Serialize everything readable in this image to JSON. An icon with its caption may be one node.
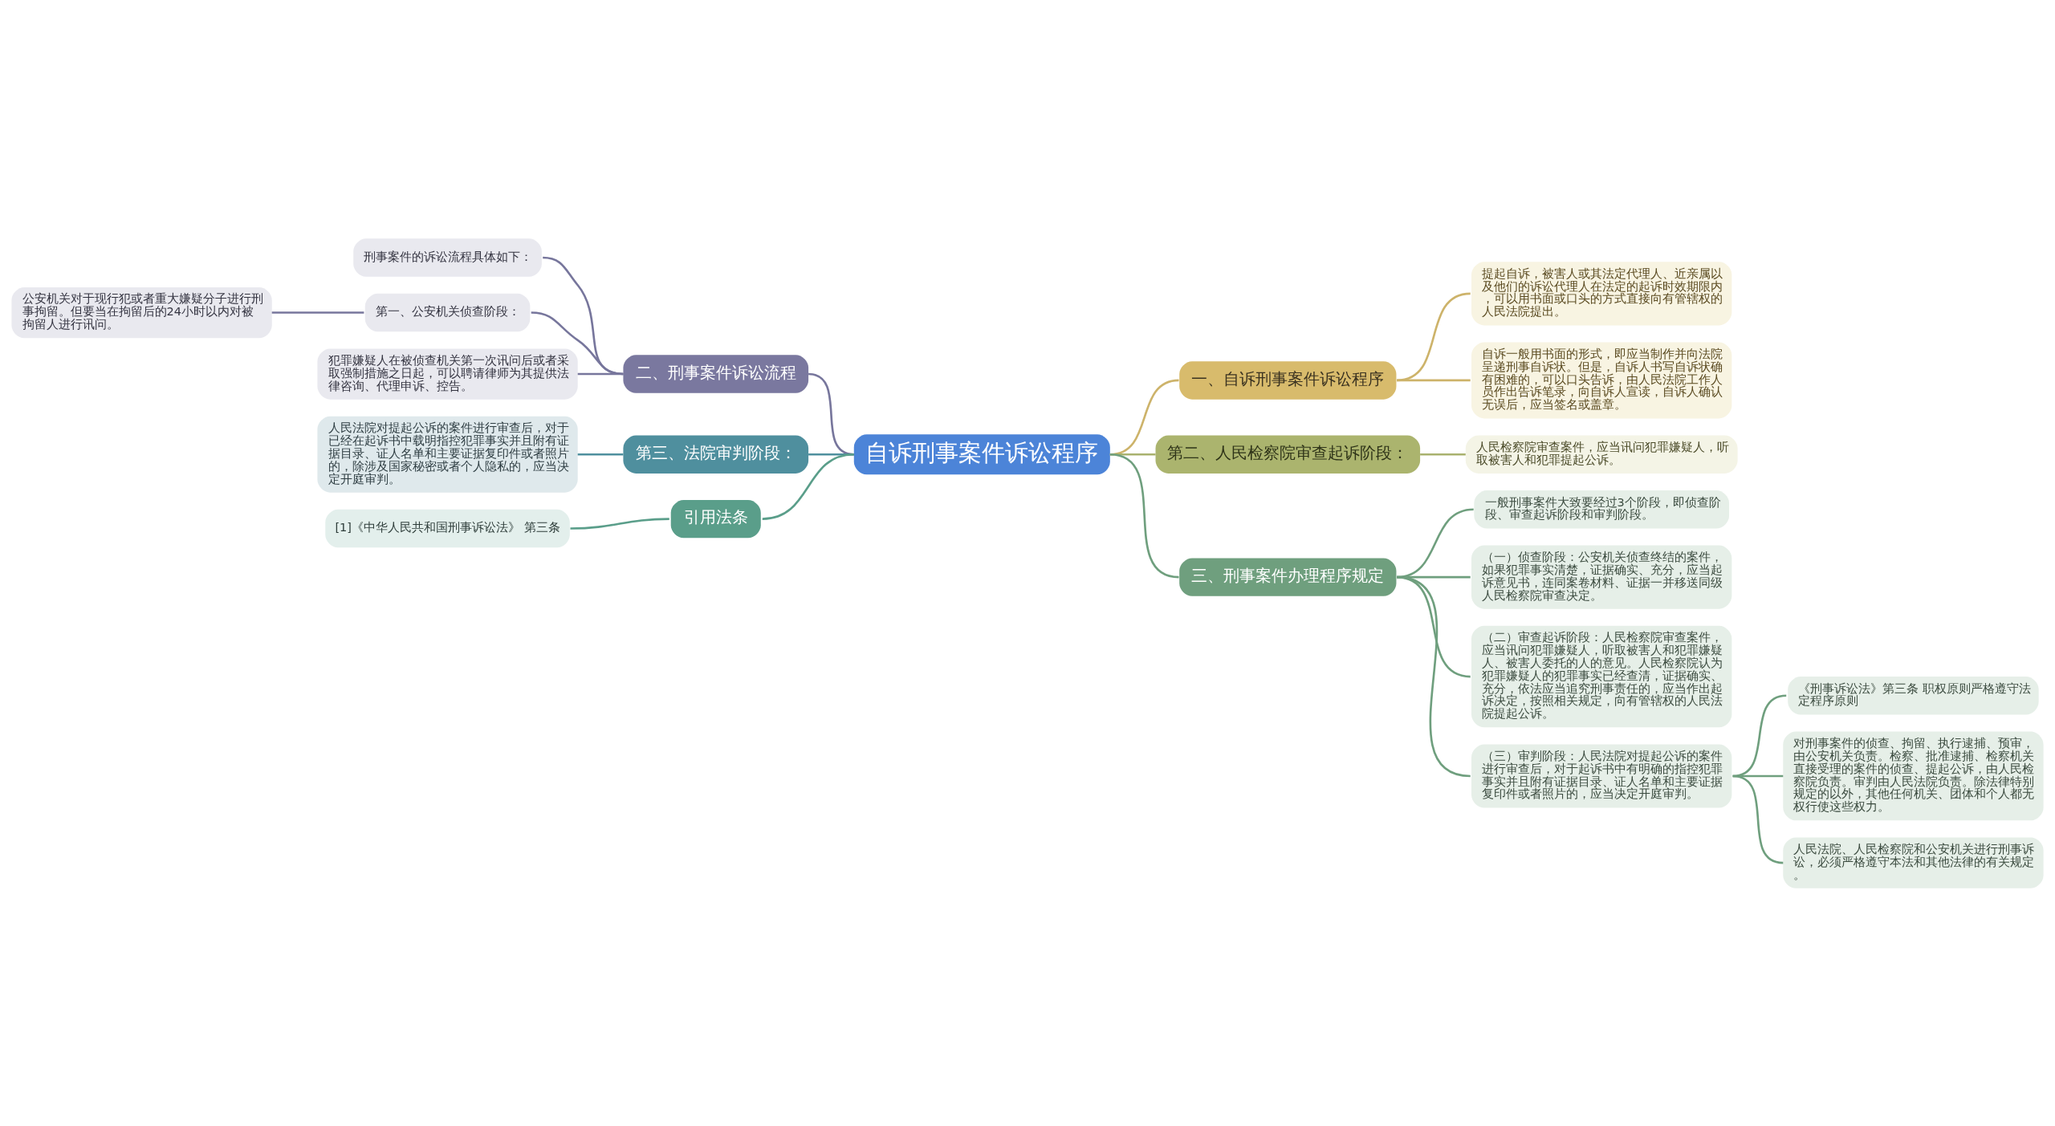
{
  "diagram": {
    "nodes": [
      {
        "text": [
          "自诉刑事案件诉讼程序"
        ]
      },
      {
        "text": [
          "一、自诉刑事案件诉讼程序"
        ]
      },
      {
        "text": [
          "提起自诉，被害人或其法定代理人、近亲属以及他们的诉讼代理人在法定的起诉时效期限内，可以用书面或口头的方式直接向有管辖权的人民法院提出。"
        ]
      },
      {
        "text": [
          "自诉一般用书面的形式，即应当制作并向法院呈递刑事自诉状。但是，自诉人书写自诉状确有困难的，可以口头告诉，由人民法院工作人员作出告诉笔录，向自诉人宣读，自诉人确认无误后，应当签名或盖章。"
        ]
      },
      {
        "text": [
          "第二、人民检察院审查起诉阶段："
        ]
      },
      {
        "text": [
          "人民检察院审查案件，应当讯问犯罪嫌疑人，听取被害人和犯罪提起公诉。"
        ]
      },
      {
        "text": [
          "三、刑事案件办理程序规定"
        ]
      },
      {
        "text": [
          "一般刑事案件大致要经过3个阶段，即侦查阶段、审查起诉阶段和审判阶段。"
        ]
      },
      {
        "text": [
          "（一）侦查阶段：公安机关侦查终结的案件，如果犯罪事实清楚，证据确实、充分，应当起诉意见书，连同案卷材料、证据一并移送同级人民检察院审查决定。"
        ]
      },
      {
        "text": [
          "（二）审查起诉阶段：人民检察院审查案件，应当讯问犯罪嫌疑人，听取被害人和犯罪嫌疑人、被害人委托的人的意见。人民检察院认为犯罪嫌疑人的犯罪事实已经查清，证据确实、充分，依法应当追究刑事责任的，应当作出起诉决定，按照相关规定，向有管辖权的人民法院提起公诉。"
        ]
      },
      {
        "text": [
          "（三）审判阶段：人民法院对提起公诉的案件进行审查后，对于起诉书中有明确的指控犯罪事实并且附有证据目录、证人名单和主要证据复印件或者照片的，应当决定开庭审判。"
        ]
      },
      {
        "text": [
          "《刑事诉讼法》第三条 职权原则严格遵守法定程序原则"
        ]
      },
      {
        "text": [
          "对刑事案件的侦查、拘留、执行逮捕、预审，由公安机关负责。检察、批准逮捕、检察机关直接受理的案件的侦查、提起公诉，由人民检察院负责。审判由人民法院负责。除法律特别规定的以外，其他任何机关、团体和个人都无权行使这些权力。"
        ]
      },
      {
        "text": [
          "人民法院、人民检察院和公安机关进行刑事诉讼，必须严格遵守本法和其他法律的有关规定。"
        ]
      },
      {
        "text": [
          "二、刑事案件诉讼流程"
        ]
      },
      {
        "text": [
          "刑事案件的诉讼流程具体如下："
        ]
      },
      {
        "text": [
          "第一、公安机关侦查阶段："
        ]
      },
      {
        "text": [
          "公安机关对于现行犯或者重大嫌疑分子进行刑事拘留。但要当在拘留后的24小时以内对被拘留人进行讯问。"
        ]
      },
      {
        "text": [
          "犯罪嫌疑人在被侦查机关第一次讯问后或者采取强制措施之日起，可以聘请律师为其提供法律咨询、代理申诉、控告。"
        ]
      },
      {
        "text": [
          "第三、法院审判阶段："
        ]
      },
      {
        "text": [
          "人民法院对提起公诉的案件进行审查后，对于已经在起诉书中载明指控犯罪事实并且附有证据目录、证人名单和主要证据复印件或者照片的，除涉及国家秘密或者个人隐私的，应当决定开庭审判。"
        ]
      },
      {
        "text": [
          "引用法条"
        ]
      },
      {
        "text": [
          "[1]《中华人民共和国刑事诉讼法》 第三条"
        ]
      }
    ],
    "edges": [
      {
        "from": 0,
        "to": 1,
        "arrow": "none",
        "color": "#cdb36a"
      },
      {
        "from": 1,
        "to": 2,
        "arrow": "none",
        "color": "#cdb36a"
      },
      {
        "from": 1,
        "to": 3,
        "arrow": "none",
        "color": "#cdb36a"
      },
      {
        "from": 0,
        "to": 4,
        "arrow": "none",
        "color": "#a9b26e"
      },
      {
        "from": 4,
        "to": 5,
        "arrow": "none",
        "color": "#a9b26e"
      },
      {
        "from": 0,
        "to": 6,
        "arrow": "none"
      },
      {
        "from": 6,
        "to": 7,
        "arrow": "none"
      },
      {
        "from": 6,
        "to": 8,
        "arrow": "none"
      },
      {
        "from": 6,
        "to": 9,
        "arrow": "none"
      },
      {
        "from": 6,
        "to": 10,
        "arrow": "none"
      },
      {
        "from": 10,
        "to": 11,
        "arrow": "none"
      },
      {
        "from": 10,
        "to": 12,
        "arrow": "none"
      },
      {
        "from": 10,
        "to": 13,
        "arrow": "none"
      },
      {
        "from": 0,
        "to": 14,
        "arrow": "none",
        "color": "#77769c"
      },
      {
        "from": 14,
        "to": 15,
        "arrow": "none",
        "color": "#77769c"
      },
      {
        "from": 14,
        "to": 16,
        "arrow": "none",
        "color": "#77769c"
      },
      {
        "from": 16,
        "to": 17,
        "arrow": "none",
        "color": "#77769c"
      },
      {
        "from": 14,
        "to": 18,
        "arrow": "none",
        "color": "#77769c"
      },
      {
        "from": 0,
        "to": 19,
        "arrow": "none",
        "color": "#4f8f9e"
      },
      {
        "from": 19,
        "to": 20,
        "arrow": "none",
        "color": "#4f8f9e"
      },
      {
        "from": 0,
        "to": 21,
        "arrow": "none",
        "color": "#5a9e8a"
      },
      {
        "from": 21,
        "to": 22,
        "arrow": "none",
        "color": "#5a9e8a"
      }
    ]
  }
}
